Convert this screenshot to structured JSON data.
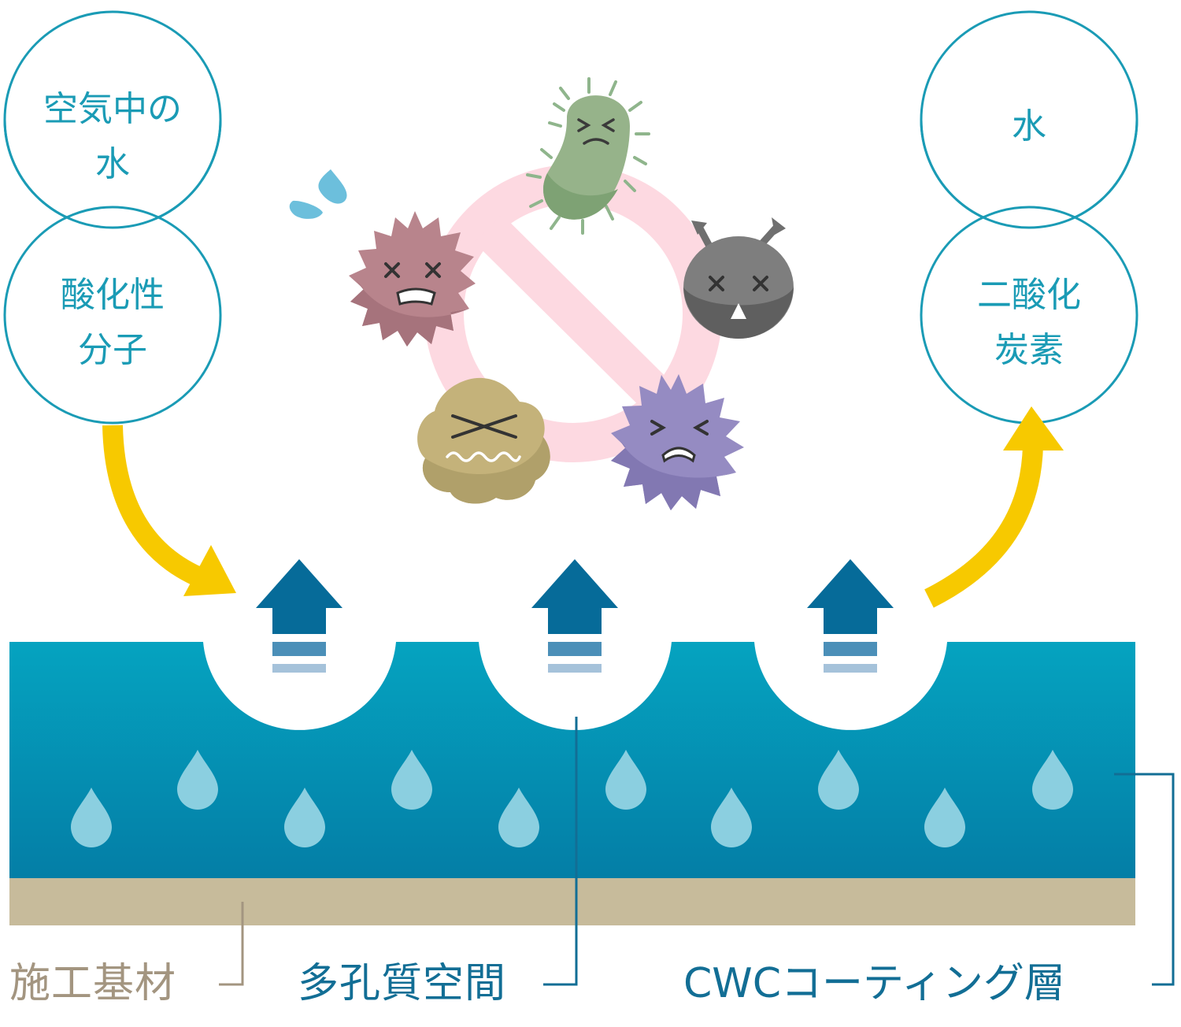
{
  "bubbles_left": {
    "top_lines": [
      "空気中の",
      "水"
    ],
    "bottom_lines": [
      "酸化性",
      "分子"
    ]
  },
  "bubbles_right": {
    "top_lines": [
      "水"
    ],
    "bottom_lines": [
      "二酸化",
      "炭素"
    ]
  },
  "labels": {
    "substrate": "施工基材",
    "porous": "多孔質空間",
    "coating": "CWCコーティング層"
  },
  "colors": {
    "bubble_stroke": "#1a9bb5",
    "arrow_yellow": "#f7c900",
    "arrow_blue": "#066b99",
    "coating_top": "#05a3c0",
    "coating_bottom": "#047ea6",
    "substrate": "#c7bb9b",
    "substrate_text": "#a39580",
    "label_blue": "#126e95",
    "prohibit_ring": "#fdd9e1"
  },
  "icons": [
    "water-drop-icon",
    "germ-icon",
    "bacteria-icon",
    "virus-icon",
    "mold-icon",
    "prohibition-icon"
  ]
}
